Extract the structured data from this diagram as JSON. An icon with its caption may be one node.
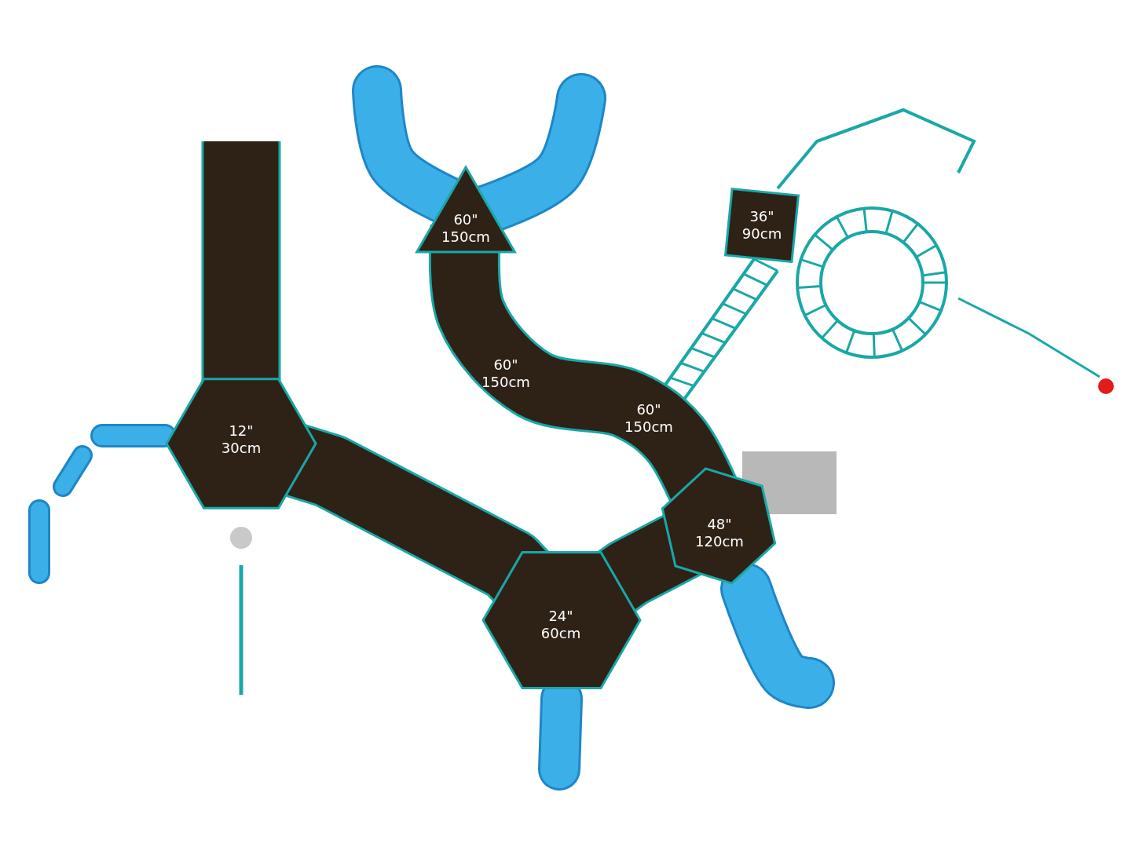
{
  "diagram": {
    "labels": [
      "60\" 150cm",
      "36\" 90cm",
      "60\" 150cm",
      "12\" 30cm",
      "60\" 150cm",
      "48\" 120cm",
      "24\" 60cm"
    ]
  }
}
